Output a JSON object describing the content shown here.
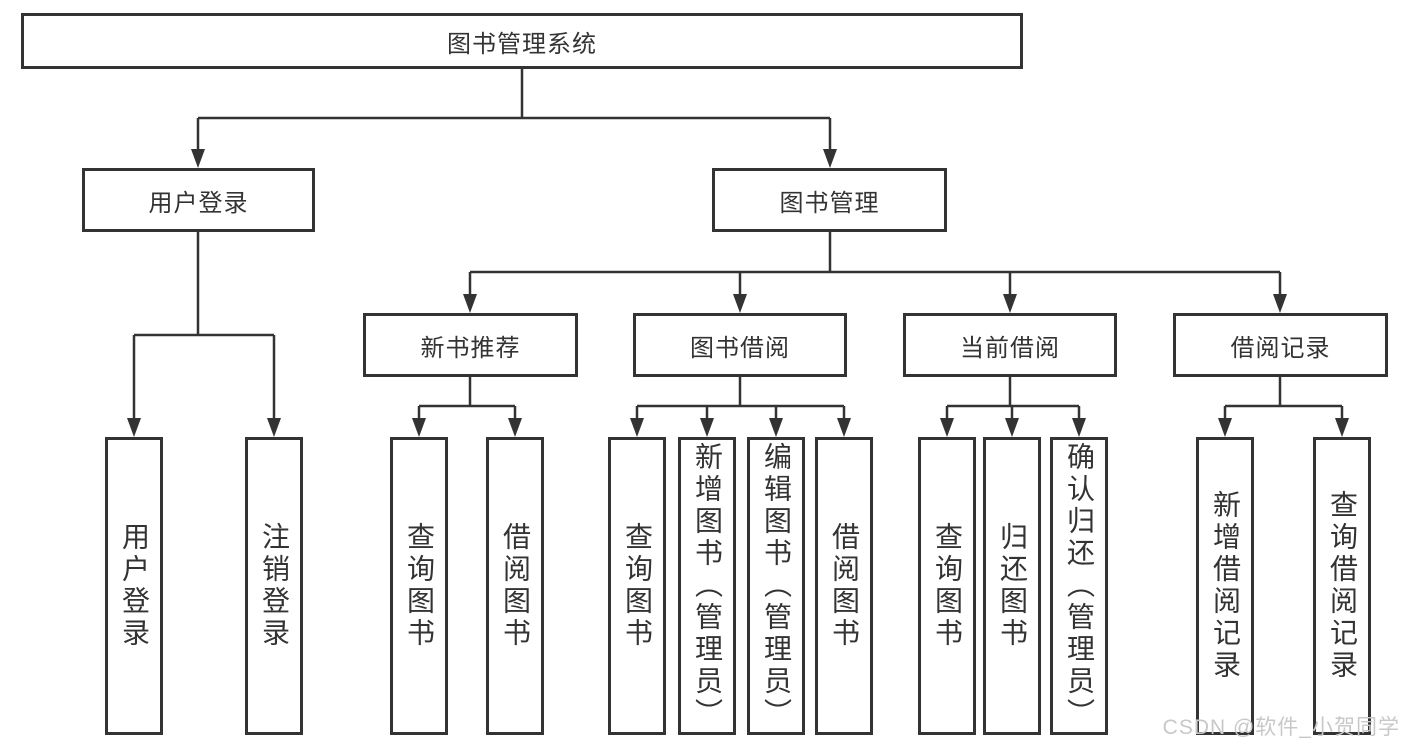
{
  "diagram": {
    "title": "图书管理系统",
    "tree": {
      "label": "图书管理系统",
      "children": [
        {
          "label": "用户登录",
          "children": [
            {
              "label": "用户登录"
            },
            {
              "label": "注销登录"
            }
          ]
        },
        {
          "label": "图书管理",
          "children": [
            {
              "label": "新书推荐",
              "children": [
                {
                  "label": "查询图书"
                },
                {
                  "label": "借阅图书"
                }
              ]
            },
            {
              "label": "图书借阅",
              "children": [
                {
                  "label": "查询图书"
                },
                {
                  "label": "新增图书（管理员）"
                },
                {
                  "label": "编辑图书（管理员）"
                },
                {
                  "label": "借阅图书"
                }
              ]
            },
            {
              "label": "当前借阅",
              "children": [
                {
                  "label": "查询图书"
                },
                {
                  "label": "归还图书"
                },
                {
                  "label": "确认归还（管理员）"
                }
              ]
            },
            {
              "label": "借阅记录",
              "children": [
                {
                  "label": "新增借阅记录"
                },
                {
                  "label": "查询借阅记录"
                }
              ]
            }
          ]
        }
      ]
    },
    "watermark": "CSDN @软件_小贺同学",
    "colors": {
      "line": "#333333",
      "text": "#333333",
      "box-bg": "#ffffff",
      "background": "#ffffff",
      "watermark": "#c8c8c8"
    }
  }
}
